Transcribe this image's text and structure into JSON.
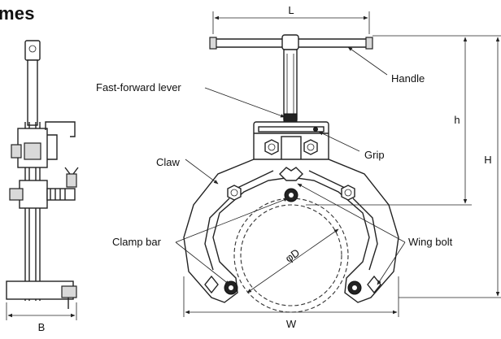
{
  "header": {
    "title_fragment": "mes"
  },
  "labels": {
    "fast_forward_lever": "Fast-forward lever",
    "handle": "Handle",
    "grip": "Grip",
    "claw": "Claw",
    "clamp_bar": "Clamp bar",
    "wing_bolt": "Wing bolt"
  },
  "dimensions": {
    "L": "L",
    "h": "h",
    "H": "H",
    "phi_D": "φD",
    "W": "W",
    "B": "B"
  },
  "colors": {
    "line": "#222222",
    "fill_shade": "#d9d9d9",
    "background": "#ffffff"
  }
}
